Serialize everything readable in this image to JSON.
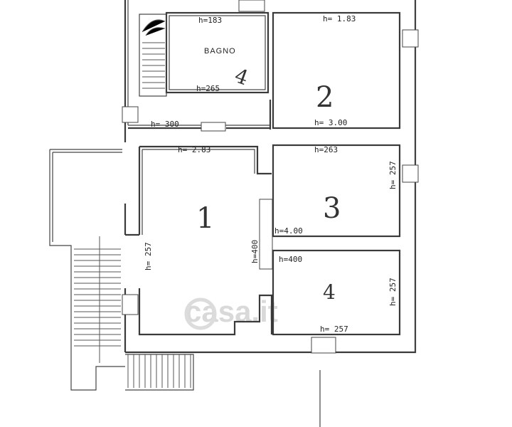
{
  "watermark": "casa.it",
  "rooms": {
    "bagno": {
      "name": "BAGNO",
      "number": "4",
      "h_top": "h=183",
      "h_bottom": "h=265"
    },
    "room1": {
      "number": "1",
      "h_top": "h= 2.83",
      "h_left": "h= 257",
      "h_right": "h=400"
    },
    "room2": {
      "number": "2",
      "h_top": "h= 1.83",
      "h_bottom": "h= 3.00"
    },
    "room3": {
      "number": "3",
      "h_top": "h=263",
      "h_right": "h= 257",
      "h_bottom": "h=4.00"
    },
    "room4": {
      "number": "4",
      "h_top": "h=400",
      "h_right": "h= 257",
      "h_bottom": "h= 257"
    }
  },
  "corridor": {
    "h": "h= 300"
  }
}
